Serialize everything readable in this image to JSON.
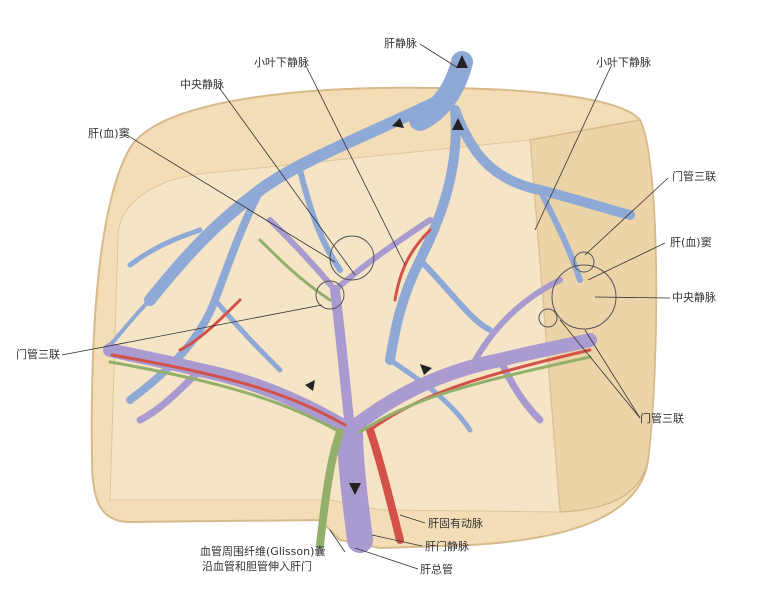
{
  "labels": {
    "hepatic_vein": "肝静脉",
    "sublobular_vein_left": "小叶下静脉",
    "sublobular_vein_right": "小叶下静脉",
    "central_vein_left": "中央静脉",
    "sinusoid_left": "肝(血)窦",
    "portal_triad_right_top": "门管三联",
    "sinusoid_right": "肝(血)窦",
    "central_vein_right": "中央静脉",
    "portal_triad_left": "门管三联",
    "portal_triad_right_bottom": "门管三联",
    "hepatic_artery": "肝固有动脉",
    "portal_vein": "肝门静脉",
    "glisson_line1": "血管周围纤维(Glisson)囊",
    "glisson_line2": "沿血管和胆管伸入肝门",
    "common_bile_duct": "肝总管"
  },
  "colors": {
    "liver": "#f2ddb6",
    "liver_edge": "#d8b98c",
    "hepatic_vein": "#8fa9d6",
    "portal_vein": "#a99ad0",
    "artery": "#d2524a",
    "bile_duct": "#93b06a",
    "leader": "#333333"
  }
}
